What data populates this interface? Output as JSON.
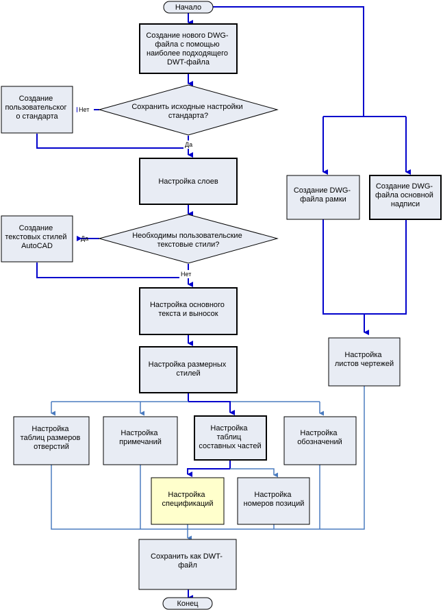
{
  "colors": {
    "box_fill": "#e8ecf4",
    "highlight_fill": "#ffffcc",
    "edge_blue": "#0000cc",
    "edge_light": "#4a7bbf",
    "stroke": "#000000"
  },
  "flowchart": {
    "start": "Начало",
    "end": "Конец",
    "nodes": {
      "create_dwg": [
        "Создание нового DWG-",
        "файла с помощью",
        "наиболее подходящего",
        "DWT-файла"
      ],
      "decision_standard": [
        "Сохранить исходные настройки",
        "стандарта?"
      ],
      "custom_standard": [
        "Создание",
        "пользовательског",
        "о стандарта"
      ],
      "layers": [
        "Настройка слоев"
      ],
      "decision_textstyles": [
        "Необходимы пользовательские",
        "текстовые стили?"
      ],
      "create_textstyles": [
        "Создание",
        "текстовых стилей",
        "AutoCAD"
      ],
      "main_text": [
        "Настройка основного",
        "текста и выносок"
      ],
      "dim_styles": [
        "Настройка размерных",
        "стилей"
      ],
      "hole_tables": [
        "Настройка",
        "таблиц размеров",
        "отверстий"
      ],
      "notes": [
        "Настройка",
        "примечаний"
      ],
      "parts_tables": [
        "Настройка",
        "таблиц",
        "составных частей"
      ],
      "designations": [
        "Настройка",
        "обозначений"
      ],
      "specs": [
        "Настройка",
        "спецификаций"
      ],
      "positions": [
        "Настройка",
        "номеров позиций"
      ],
      "save_dwt": [
        "Сохранить как DWT-",
        "файл"
      ],
      "frame_dwg": [
        "Создание DWG-",
        "файла рамки"
      ],
      "title_block_dwg": [
        "Создание DWG-",
        "файла основной",
        "надписи"
      ],
      "sheets": [
        "Настройка",
        "листов чертежей"
      ]
    },
    "edge_labels": {
      "no1": "Нет",
      "yes1": "Да",
      "yes2": "Да",
      "no2": "Нет"
    }
  }
}
